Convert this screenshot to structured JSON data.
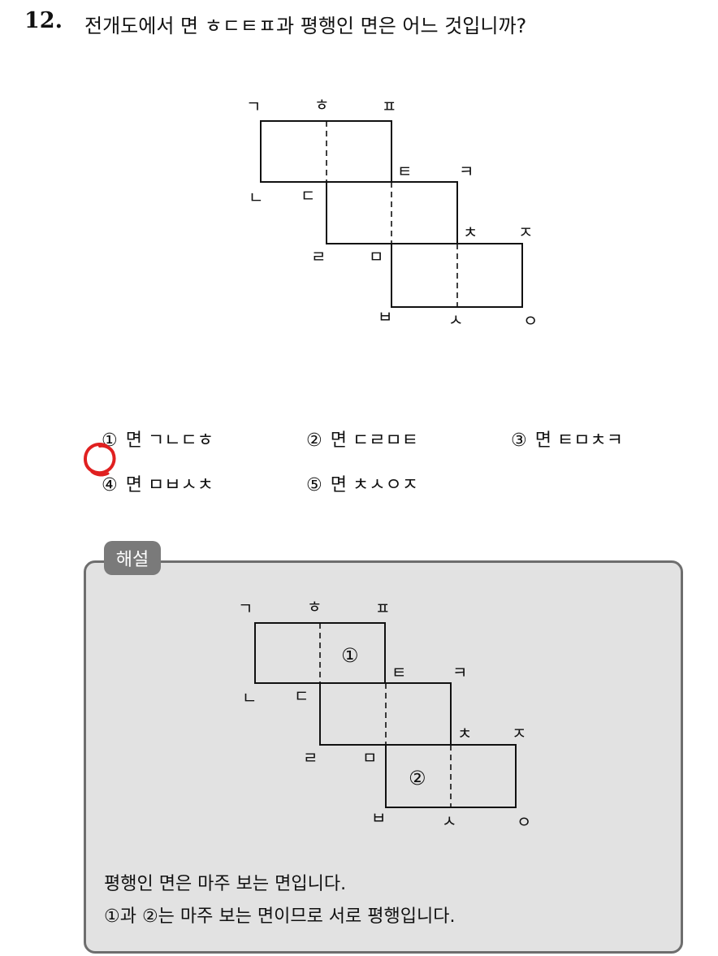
{
  "question": {
    "number": "12.",
    "text": "전개도에서 면 ㅎㄷㅌㅍ과 평행인 면은 어느 것입니까?"
  },
  "net_labels": {
    "g": "ㄱ",
    "h": "ㅎ",
    "p": "ㅍ",
    "n": "ㄴ",
    "d": "ㄷ",
    "t": "ㅌ",
    "k": "ㅋ",
    "r": "ㄹ",
    "m": "ㅁ",
    "ch": "ㅊ",
    "j": "ㅈ",
    "b": "ㅂ",
    "s": "ㅅ",
    "o": "ㅇ"
  },
  "choices": [
    {
      "num": "①",
      "text": "면 ㄱㄴㄷㅎ"
    },
    {
      "num": "②",
      "text": "면 ㄷㄹㅁㅌ"
    },
    {
      "num": "③",
      "text": "면 ㅌㅁㅊㅋ"
    },
    {
      "num": "④",
      "text": "면 ㅁㅂㅅㅊ"
    },
    {
      "num": "⑤",
      "text": "면 ㅊㅅㅇㅈ"
    }
  ],
  "marked_answer": "④",
  "explanation": {
    "tag": "해설",
    "face_marks": {
      "one": "①",
      "two": "②"
    },
    "line1": "평행인 면은 마주 보는 면입니다.",
    "line2": "①과 ②는 마주 보는 면이므로 서로 평행입니다."
  },
  "colors": {
    "answer_circle": "#e02020",
    "box_fill": "#e2e2e2",
    "box_border": "#6e6e6e",
    "tag_fill": "#7a7a7a"
  }
}
